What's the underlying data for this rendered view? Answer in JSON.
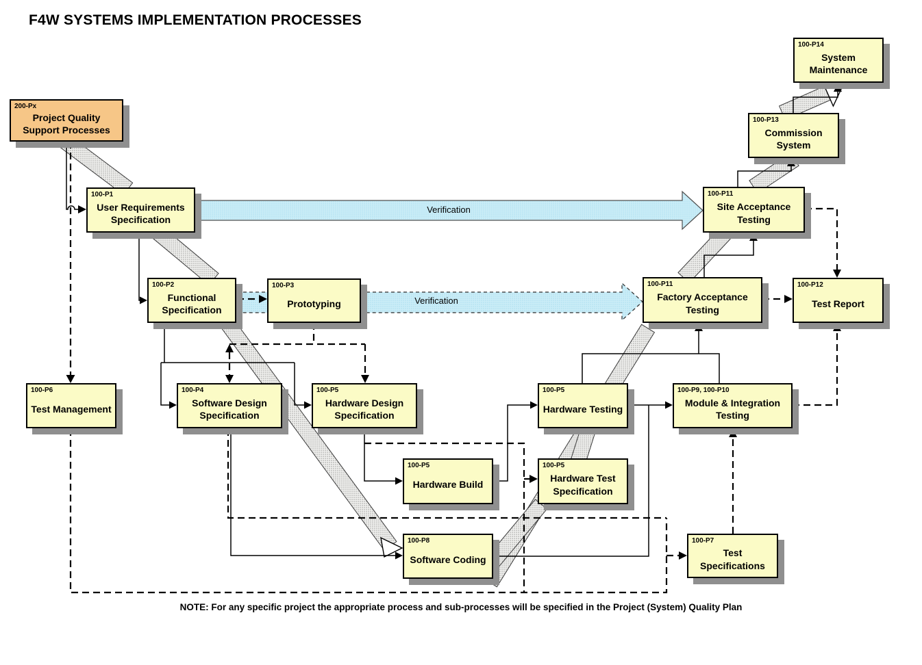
{
  "title": "F4W SYSTEMS IMPLEMENTATION PROCESSES",
  "note": "NOTE: For any specific project the appropriate process and sub-processes will be specified in the Project (System) Quality Plan",
  "verification_arrows": {
    "top_label": "Verification",
    "mid_label": "Verification"
  },
  "colors": {
    "box_fill": "#FBFBC6",
    "support_box_fill": "#F6C687",
    "shadow": "#8F8F8F",
    "verification_fill": "#CBEDF7",
    "hatched_band_fill": "#F0F0EE",
    "line": "#000000"
  },
  "boxes": {
    "pqsp": {
      "code": "200-Px",
      "name": "Project Quality Support Processes"
    },
    "urs": {
      "code": "100-P1",
      "name": "User Requirements Specification"
    },
    "fs": {
      "code": "100-P2",
      "name": "Functional Specification"
    },
    "proto": {
      "code": "100-P3",
      "name": "Prototyping"
    },
    "tm": {
      "code": "100-P6",
      "name": "Test Management"
    },
    "sds": {
      "code": "100-P4",
      "name": "Software Design Specification"
    },
    "hds": {
      "code": "100-P5",
      "name": "Hardware Design Specification"
    },
    "hb": {
      "code": "100-P5",
      "name": "Hardware Build"
    },
    "sc": {
      "code": "100-P8",
      "name": "Software Coding"
    },
    "hts": {
      "code": "100-P5",
      "name": "Hardware Test Specification"
    },
    "ht": {
      "code": "100-P5",
      "name": "Hardware Testing"
    },
    "mit": {
      "code": "100-P9, 100-P10",
      "name": "Module & Integration Testing"
    },
    "ts": {
      "code": "100-P7",
      "name": "Test Specifications"
    },
    "fat": {
      "code": "100-P11",
      "name": "Factory Acceptance Testing"
    },
    "tr": {
      "code": "100-P12",
      "name": "Test Report"
    },
    "sat": {
      "code": "100-P11",
      "name": "Site Acceptance Testing"
    },
    "cs": {
      "code": "100-P13",
      "name": "Commission System"
    },
    "sm": {
      "code": "100-P14",
      "name": "System Maintenance"
    }
  }
}
